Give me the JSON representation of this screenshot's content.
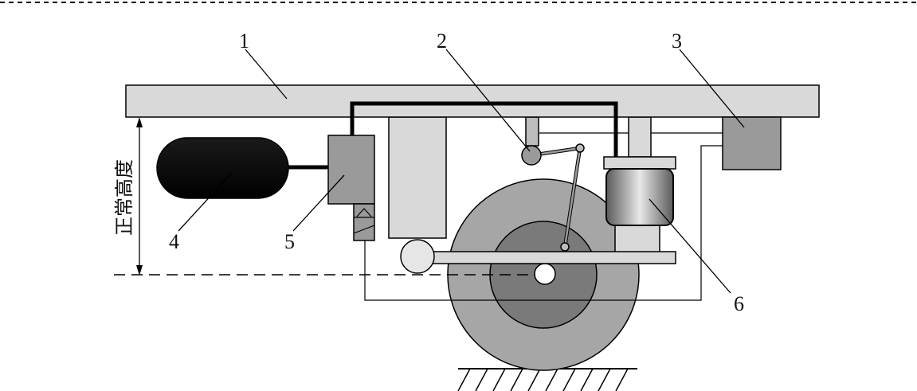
{
  "labels": {
    "frame": "1",
    "height_valve": "2",
    "controller": "3",
    "air_tank": "4",
    "solenoid_valve": "5",
    "air_spring": "6"
  },
  "height_label": "正常高度",
  "colors": {
    "frame": "#d9d9d9",
    "tank": "#000000",
    "valve": "#9a9a9a",
    "tire": "#a6a6a6",
    "wheel_inner": "#7a7a7a",
    "air_spring": "#8c8c8c",
    "outline": "#000000"
  }
}
